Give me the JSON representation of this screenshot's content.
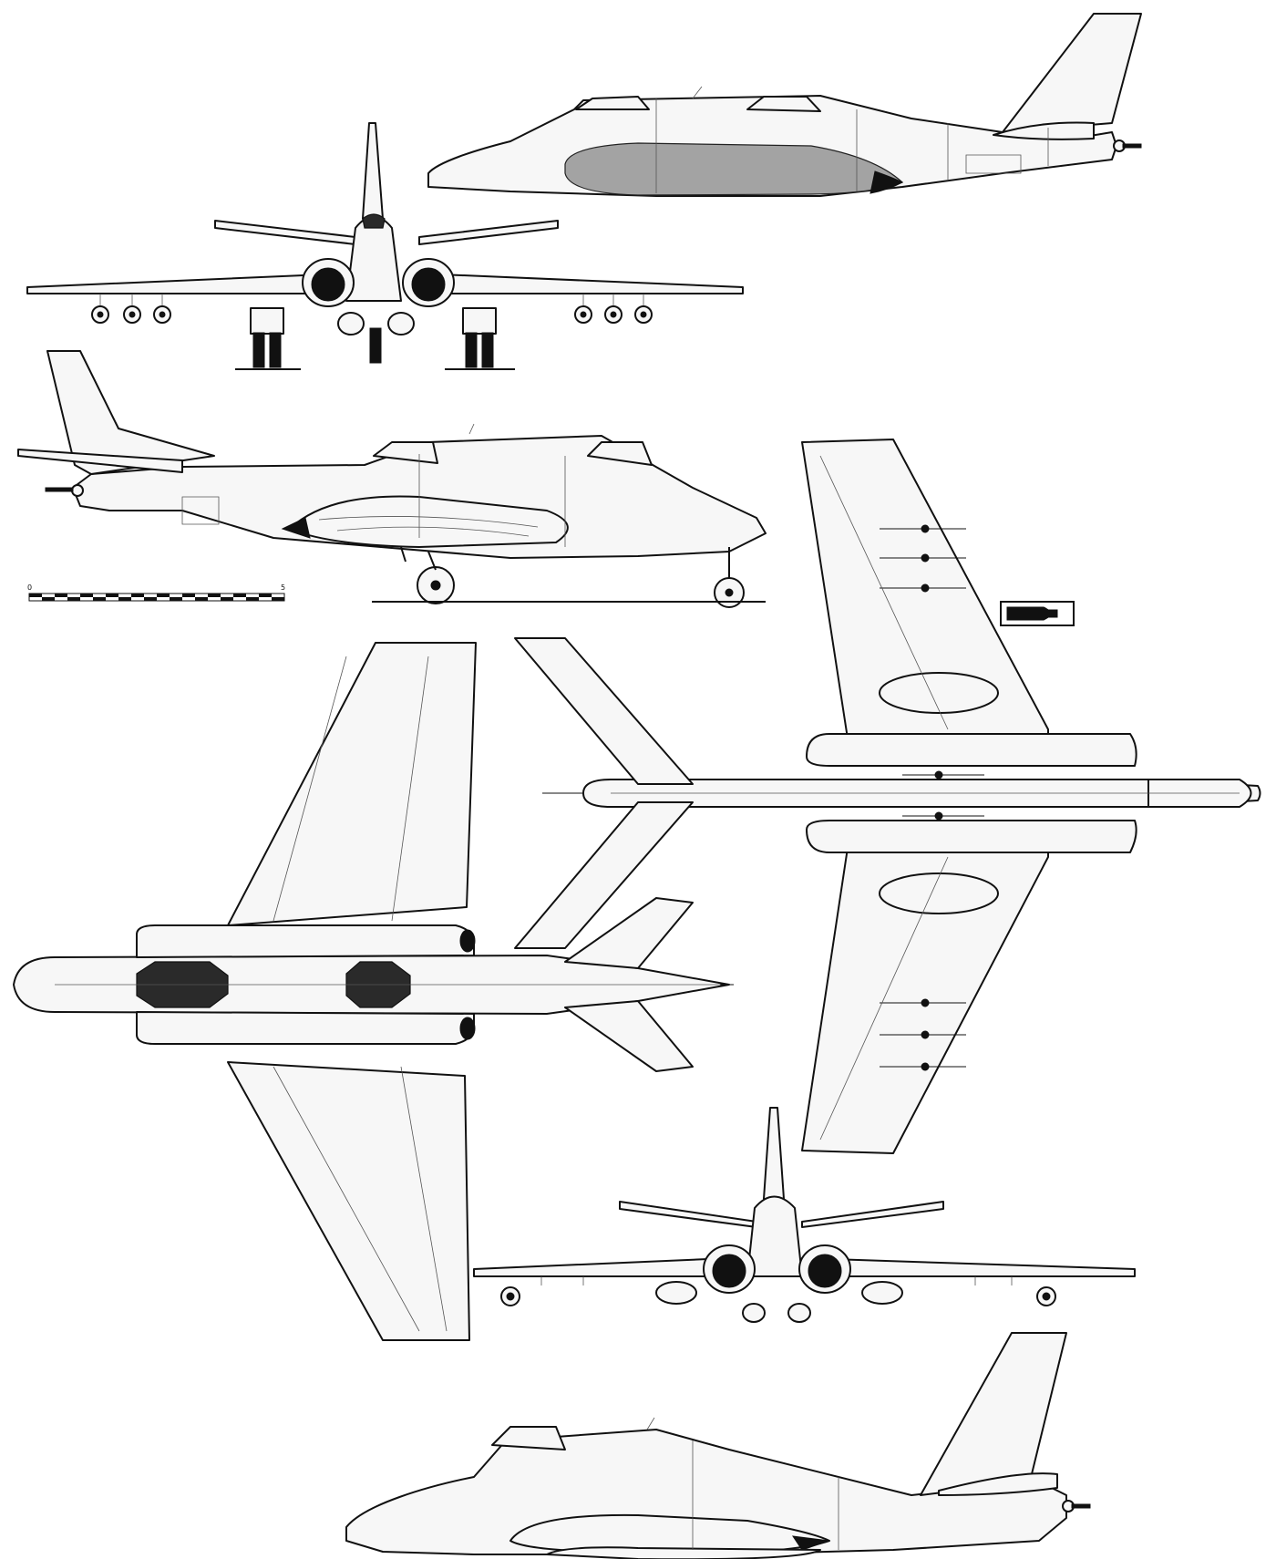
{
  "scale_bar": {
    "start_label": "0",
    "end_label": "5",
    "segments": 20
  }
}
